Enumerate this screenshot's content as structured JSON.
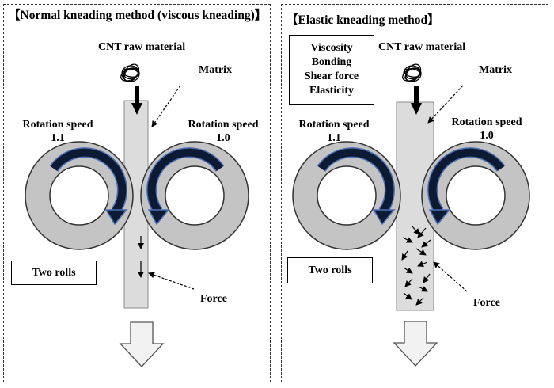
{
  "left_panel": {
    "title": "【Normal kneading method (viscous kneading)】",
    "material_label": "CNT raw material",
    "matrix_label": "Matrix",
    "roll_left_label": "Rotation speed",
    "roll_left_value": "1.1",
    "roll_right_label": "Rotation speed",
    "roll_right_value": "1.0",
    "rolls_label": "Two rolls",
    "force_label": "Force"
  },
  "right_panel": {
    "title": "【Elastic kneading method】",
    "properties": [
      "Viscosity",
      "Bonding",
      "Shear force",
      "Elasticity"
    ],
    "material_label": "CNT raw material",
    "matrix_label": "Matrix",
    "roll_left_label": "Rotation speed",
    "roll_left_value": "1.1",
    "roll_right_label": "Rotation speed",
    "roll_right_value": "1.0",
    "rolls_label": "Two rolls",
    "force_label": "Force"
  },
  "colors": {
    "roll_fill": "#c4c4c4",
    "matrix_fill": "#dcdcdc",
    "rotation_arrow": "#0d1a33",
    "rotation_arrow_outline": "#4a6fb3",
    "output_arrow_fill": "#f2f2f2"
  }
}
